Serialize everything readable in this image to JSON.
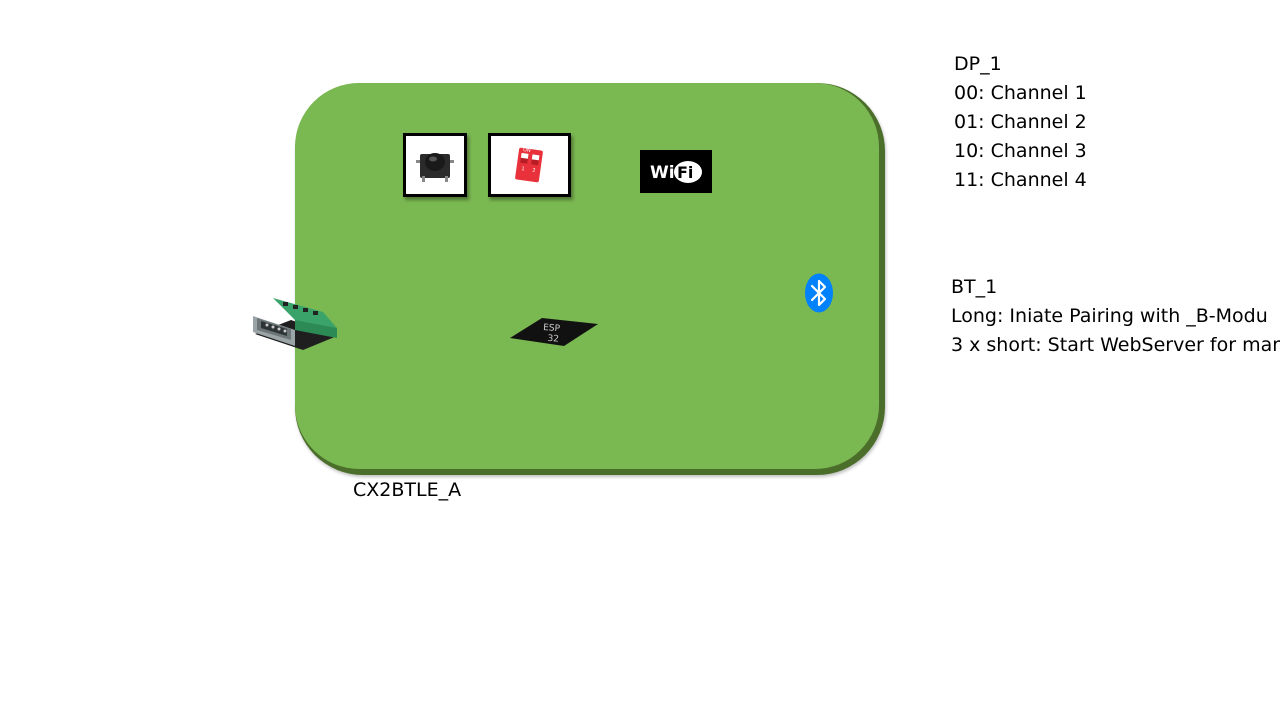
{
  "board": {
    "label": "CX2BTLE_A",
    "color": "#7ab851",
    "edge_color": "#4b6e2b"
  },
  "components": {
    "push_button": "push-button-icon",
    "dip_switch": "dip-switch-icon",
    "dip_switch_on": "ON",
    "dip_switch_numbers": [
      "1",
      "2"
    ],
    "wifi_logo": "wifi-logo",
    "wifi_text_left": "Wi",
    "wifi_text_right": "Fi",
    "bluetooth": "bluetooth-icon",
    "bluetooth_color": "#0082fc",
    "esp_chip": "esp32-chip",
    "esp_chip_text_1": "ESP",
    "esp_chip_text_2": "32",
    "db9": "db9-connector-icon"
  },
  "dp_info": {
    "title": "DP_1",
    "lines": [
      "00: Channel 1",
      "01: Channel 2",
      "10: Channel 3",
      "11: Channel 4"
    ]
  },
  "bt_info": {
    "title": "BT_1",
    "lines": [
      "Long: Iniate Pairing with _B-Modu",
      "3 x short: Start WebServer for mar"
    ]
  }
}
